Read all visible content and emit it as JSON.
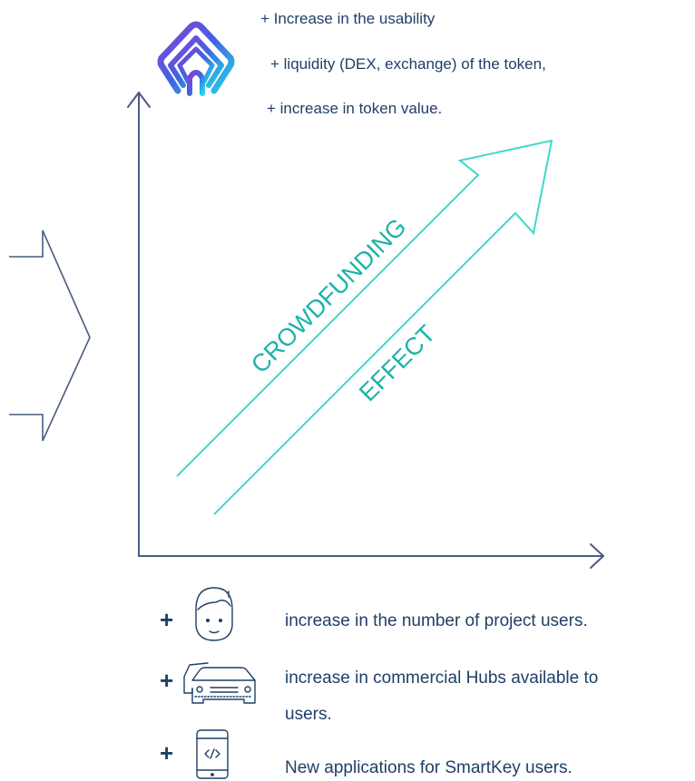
{
  "top_benefits": [
    "+ Increase in the usability",
    "+ liquidity (DEX, exchange) of the token,",
    "+ increase in token value."
  ],
  "arrow_labels": {
    "upper": "CROWDFUNDING",
    "lower": "EFFECT"
  },
  "bottom_items": [
    {
      "plus": "+",
      "icon": "user-face-icon",
      "text": "increase in the number of project users."
    },
    {
      "plus": "+",
      "icon": "cars-icon",
      "text": "increase in commercial Hubs available to",
      "text_cont": "users."
    },
    {
      "plus": "+",
      "icon": "smartphone-code-icon",
      "text": "New applications for SmartKey users."
    }
  ],
  "colors": {
    "navy": "#1f3f66",
    "axis": "#4a5b82",
    "teal": "#1ab3a8",
    "teal_light": "#3fd8c9",
    "logo_gradient": [
      "#7a3fd6",
      "#3a6fe0",
      "#27c9e8"
    ]
  }
}
